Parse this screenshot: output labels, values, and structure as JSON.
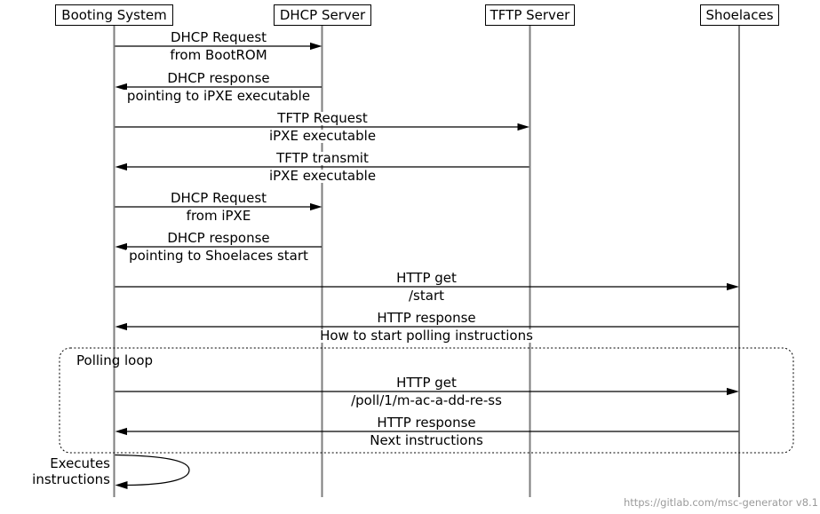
{
  "diagram_type": "message-sequence-chart",
  "entities": [
    {
      "label": "Booting System"
    },
    {
      "label": "DHCP Server"
    },
    {
      "label": "TFTP Server"
    },
    {
      "label": "Shoelaces"
    }
  ],
  "messages": [
    {
      "line1": "DHCP Request",
      "line2": "from BootROM",
      "from": "Booting System",
      "to": "DHCP Server"
    },
    {
      "line1": "DHCP response",
      "line2": "pointing to iPXE executable",
      "from": "DHCP Server",
      "to": "Booting System"
    },
    {
      "line1": "TFTP Request",
      "line2": "iPXE executable",
      "from": "Booting System",
      "to": "TFTP Server"
    },
    {
      "line1": "TFTP transmit",
      "line2": "iPXE executable",
      "from": "TFTP Server",
      "to": "Booting System"
    },
    {
      "line1": "DHCP Request",
      "line2": "from iPXE",
      "from": "Booting System",
      "to": "DHCP Server"
    },
    {
      "line1": "DHCP response",
      "line2": "pointing to Shoelaces start",
      "from": "DHCP Server",
      "to": "Booting System"
    },
    {
      "line1": "HTTP get",
      "line2": "/start",
      "from": "Booting System",
      "to": "Shoelaces"
    },
    {
      "line1": "HTTP response",
      "line2": "How to start polling instructions",
      "from": "Shoelaces",
      "to": "Booting System"
    },
    {
      "line1": "HTTP get",
      "line2": "/poll/1/m-ac-a-dd-re-ss",
      "from": "Booting System",
      "to": "Shoelaces"
    },
    {
      "line1": "HTTP response",
      "line2": "Next instructions",
      "from": "Shoelaces",
      "to": "Booting System"
    }
  ],
  "loop": {
    "label": "Polling loop"
  },
  "self_message": {
    "line1": "Executes",
    "line2": "instructions",
    "entity": "Booting System"
  },
  "footer": {
    "text": "https://gitlab.com/msc-generator v8.1"
  },
  "colors": {
    "background": "#ffffff",
    "lifeline": "#7d7d7d",
    "message_line": "#000000",
    "box_border": "#000000",
    "footer_text": "#9b9b9b"
  }
}
